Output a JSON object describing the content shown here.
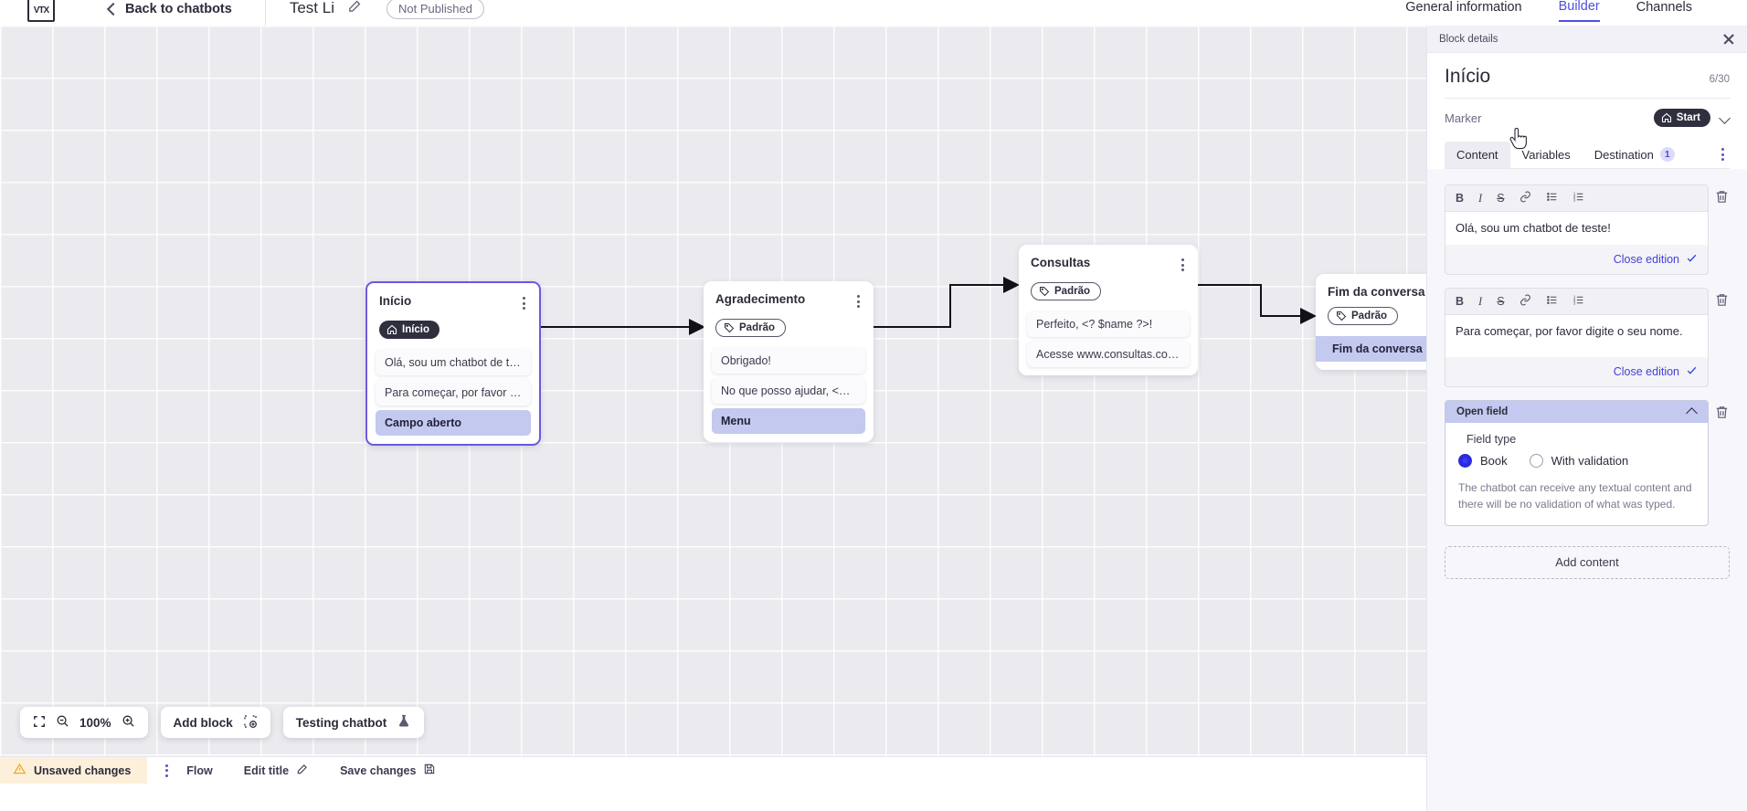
{
  "topbar": {
    "logo_alt": "vtex-logo",
    "back_label": "Back to chatbots",
    "doc_title": "Test Li",
    "publish_status": "Not Published",
    "tabs": [
      {
        "label": "General information",
        "active": false
      },
      {
        "label": "Builder",
        "active": true
      },
      {
        "label": "Channels",
        "active": false
      }
    ]
  },
  "canvas": {
    "zoom_level": "100%",
    "nodes": [
      {
        "title": "Início",
        "tag": "Início",
        "tag_type": "start",
        "selected": true,
        "items": [
          {
            "text": "Olá, sou um chatbot de teste!",
            "highlight": false
          },
          {
            "text": "Para começar, por favor digite o ...",
            "highlight": false
          },
          {
            "text": "Campo aberto",
            "highlight": true
          }
        ]
      },
      {
        "title": "Agradecimento",
        "tag": "Padrão",
        "tag_type": "default",
        "selected": false,
        "items": [
          {
            "text": "Obrigado!",
            "highlight": false
          },
          {
            "text": "No que posso ajudar, <? $name ...",
            "highlight": false
          },
          {
            "text": "Menu",
            "highlight": true
          }
        ]
      },
      {
        "title": "Consultas",
        "tag": "Padrão",
        "tag_type": "default",
        "selected": false,
        "items": [
          {
            "text": "Perfeito, <? $name ?>!",
            "highlight": false
          },
          {
            "text": "Acesse www.consultas.com par...",
            "highlight": false
          }
        ]
      },
      {
        "title": "Fim da conversa",
        "tag": "Padrão",
        "tag_type": "default",
        "selected": false,
        "items": [
          {
            "text": "Fim da conversa",
            "highlight": true
          }
        ]
      }
    ],
    "toolbar": {
      "fit_icon": "fit-screen-icon",
      "zoom_out_icon": "zoom-out-icon",
      "zoom_in_icon": "zoom-in-icon",
      "add_block_label": "Add block",
      "add_block_icon": "add-block-icon",
      "testing_label": "Testing chatbot",
      "testing_icon": "flask-icon"
    }
  },
  "statusbar": {
    "unsaved_label": "Unsaved changes",
    "warning_icon": "warning-triangle-icon",
    "kebab_icon": "kebab-menu-icon",
    "flow_label": "Flow",
    "edit_title_label": "Edit title",
    "edit_title_icon": "pencil-icon",
    "save_label": "Save changes",
    "save_icon": "save-disk-icon"
  },
  "panel": {
    "header_title": "Block details",
    "close_icon": "close-icon",
    "block_title": "Início",
    "char_count": "6/30",
    "marker_label": "Marker",
    "marker_value": "Start",
    "marker_icon": "home-icon",
    "tabs": [
      {
        "label": "Content",
        "active": true,
        "badge": null
      },
      {
        "label": "Variables",
        "active": false,
        "badge": null
      },
      {
        "label": "Destination",
        "active": false,
        "badge": "1"
      }
    ],
    "kebab_icon": "kebab-menu-icon",
    "rte_toolbar": [
      "B",
      "I",
      "S",
      "link-icon",
      "bullet-list-icon",
      "numbered-list-icon"
    ],
    "content_cards": [
      {
        "text": "Olá, sou um chatbot de teste!",
        "close_label": "Close edition",
        "delete_icon": "trash-icon"
      },
      {
        "text": "Para começar, por favor digite o seu nome.",
        "close_label": "Close edition",
        "delete_icon": "trash-icon"
      }
    ],
    "open_field": {
      "header": "Open field",
      "collapse_icon": "chevron-up-icon",
      "delete_icon": "trash-icon",
      "legend": "Field type",
      "options": [
        {
          "label": "Book",
          "selected": true
        },
        {
          "label": "With validation",
          "selected": false
        }
      ],
      "help_text": "The chatbot can receive any textual content and there will be no validation of what was typed."
    },
    "add_content_label": "Add content"
  },
  "colors": {
    "accent": "#4f4fe0",
    "node_selected_border": "#6a5ae0",
    "highlight_bg": "#c3c9ef",
    "warning_bg": "#fdf0da",
    "radio_on": "#2b2bdd"
  }
}
